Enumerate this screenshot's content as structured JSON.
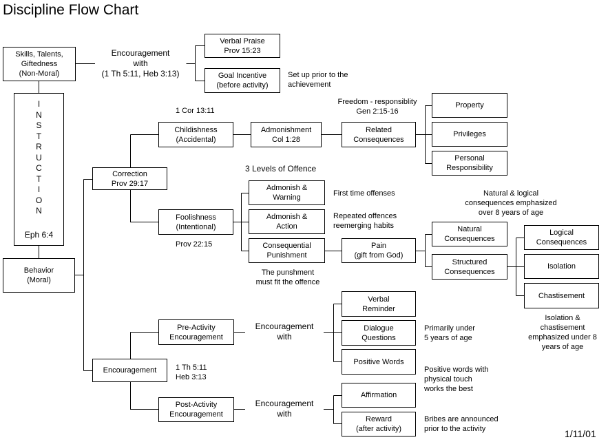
{
  "title": "Discipline Flow Chart",
  "date": "1/11/01",
  "instruction": {
    "letters": "I\nN\nS\nT\nR\nU\nC\nT\nI\nO\nN",
    "ref": "Eph 6:4"
  },
  "boxes": {
    "skills": "Skills, Talents,\nGiftedness\n(Non-Moral)",
    "verbal_praise": "Verbal Praise\nProv 15:23",
    "goal_incentive": "Goal Incentive\n(before activity)",
    "behavior": "Behavior\n(Moral)",
    "correction": "Correction\nProv 29:17",
    "childishness": "Childishness\n(Accidental)",
    "admonishment": "Admonishment\nCol 1:28",
    "related_consequences": "Related\nConsequences",
    "property": "Property",
    "privileges": "Privileges",
    "personal_responsibility": "Personal\nResponsibility",
    "foolishness": "Foolishness\n(Intentional)",
    "admonish_warning": "Admonish &\nWarning",
    "admonish_action": "Admonish &\nAction",
    "consequential_punishment": "Consequential\nPunishment",
    "pain": "Pain\n(gift from God)",
    "natural_consequences": "Natural\nConsequences",
    "structured_consequences": "Structured\nConsequences",
    "logical_consequences": "Logical\nConsequences",
    "isolation": "Isolation",
    "chastisement": "Chastisement",
    "encouragement": "Encouragement",
    "pre_activity": "Pre-Activity\nEncouragement",
    "post_activity": "Post-Activity\nEncouragement",
    "verbal_reminder": "Verbal\nReminder",
    "dialogue_questions": "Dialogue\nQuestions",
    "positive_words": "Positive Words",
    "affirmation": "Affirmation",
    "reward": "Reward\n(after activity)"
  },
  "labels": {
    "encouragement_with_top": "Encouragement\nwith\n(1 Th 5:11, Heb 3:13)",
    "set_up_prior": "Set up prior to the\nachievement",
    "cor_13_11": "1 Cor 13:11",
    "freedom": "Freedom - responsiblity\nGen 2:15-16",
    "three_levels": "3 Levels of Offence",
    "first_time": "First time offenses",
    "repeated": "Repeated offences\nreemerging habits",
    "prov_22_15": "Prov 22:15",
    "punishment_fit": "The punshment\nmust fit the offence",
    "natural_logical": "Natural & logical\nconsequences emphasized\nover 8 years of age",
    "isolation_chastisement": "Isolation &\nchastisement\nemphasized under 8\nyears of age",
    "encouragement_with_pre": "Encouragement\nwith",
    "primarily_under": "Primarily under\n5 years of age",
    "th_heb": "1 Th 5:11\nHeb 3:13",
    "positive_touch": "Positive words with\nphysical touch\nworks the best",
    "encouragement_with_post": "Encouragement\nwith",
    "bribes": "Bribes are announced\nprior to the activity"
  }
}
